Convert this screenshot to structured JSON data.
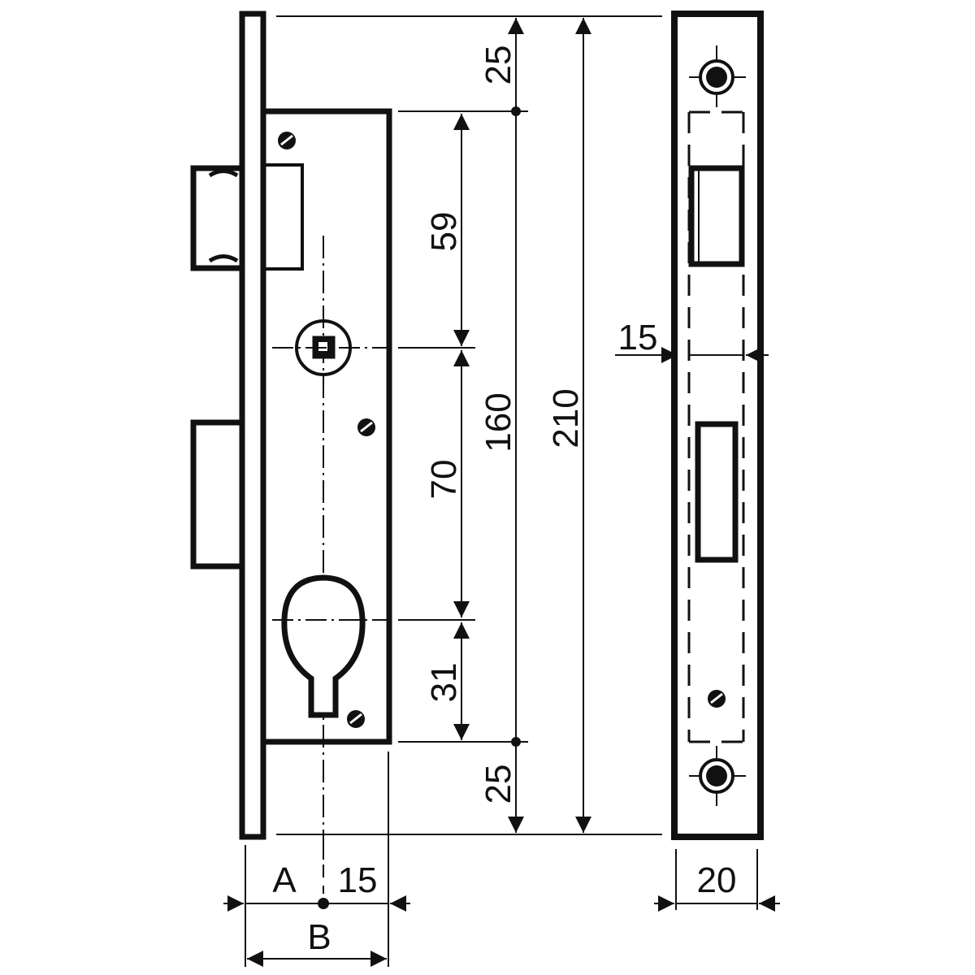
{
  "diagram": {
    "type": "technical-drawing",
    "subject": "mortise lock body and faceplate dimensions",
    "colors": {
      "ink": "#111111",
      "paper": "#ffffff"
    },
    "views": {
      "lock_body": {
        "components": [
          "faceplate",
          "lock-case",
          "latch-bolt",
          "dead-bolt",
          "follower-spindle-hole",
          "euro-cylinder-cutout",
          "case-screws"
        ]
      },
      "faceplate_front": {
        "components": [
          "faceplate-outline",
          "mounting-holes",
          "latch-opening",
          "bolt-opening",
          "center-screw",
          "dashed-case-outline"
        ]
      }
    },
    "dimensions": {
      "top_offset": "25",
      "follower_to_top": "59",
      "follower_to_cylinder": "70",
      "cylinder_to_bottom": "31",
      "bottom_offset": "25",
      "case_height": "160",
      "faceplate_height": "210",
      "case_width_label": "15",
      "faceplate_width": "20",
      "backset_label_a": "A",
      "backset_offset": "15",
      "total_depth_label_b": "B"
    }
  }
}
